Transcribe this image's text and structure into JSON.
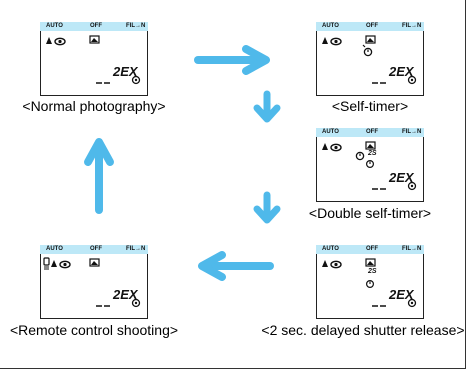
{
  "colors": {
    "arrow": "#4fb9ea",
    "bar": "#bde8f7",
    "lcd_border": "#222222"
  },
  "panels": {
    "normal": {
      "top_labels": [
        "AUTO",
        "OFF",
        "FIL→N"
      ],
      "caption": "<Normal photography>",
      "counter": "2EX"
    },
    "self": {
      "top_labels": [
        "AUTO",
        "OFF",
        "FIL→N"
      ],
      "caption": "<Self-timer>",
      "counter": "2EX"
    },
    "double": {
      "top_labels": [
        "AUTO",
        "OFF",
        "FIL→N"
      ],
      "caption": "<Double self-timer>",
      "counter": "2EX",
      "timer_label": "2S"
    },
    "delayed": {
      "top_labels": [
        "AUTO",
        "OFF",
        "FIL→N"
      ],
      "caption": "<2 sec. delayed shutter release>",
      "counter": "2EX",
      "timer_label": "2S"
    },
    "remote": {
      "top_labels": [
        "AUTO",
        "OFF",
        "FIL→N"
      ],
      "caption": "<Remote control shooting>",
      "counter": "2EX"
    }
  },
  "arrows": [
    "right",
    "down",
    "down",
    "left",
    "up"
  ]
}
